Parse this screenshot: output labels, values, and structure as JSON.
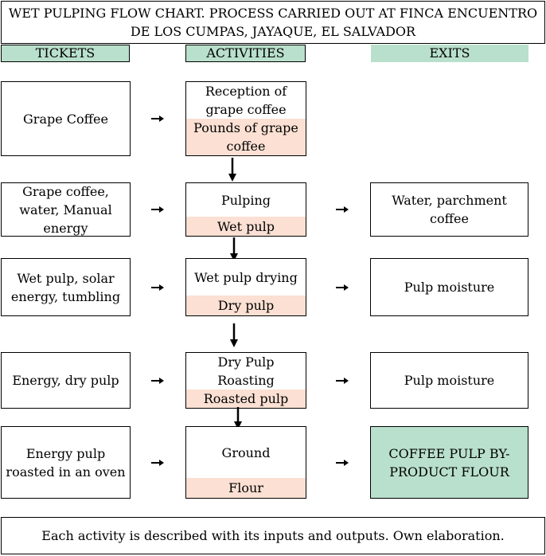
{
  "title": "WET PULPING FLOW CHART. PROCESS CARRIED OUT AT FINCA ENCUENTRO DE LOS CUMPAS, JAYAQUE, EL SALVADOR",
  "headers": {
    "tickets": "TICKETS",
    "activities": "ACTIVITIES",
    "exits": "EXITS"
  },
  "rows": [
    {
      "ticket": "Grape Coffee",
      "activity": "Reception of grape coffee",
      "output": "Pounds of grape coffee",
      "exit": ""
    },
    {
      "ticket": "Grape coffee, water, Manual energy",
      "activity": "Pulping",
      "output": "Wet pulp",
      "exit": "Water, parchment coffee"
    },
    {
      "ticket": "Wet pulp, solar energy, tumbling",
      "activity": "Wet pulp drying",
      "output": "Dry pulp",
      "exit": "Pulp moisture"
    },
    {
      "ticket": "Energy, dry pulp",
      "activity": "Dry Pulp Roasting",
      "output": "Roasted pulp",
      "exit": "Pulp moisture"
    },
    {
      "ticket": "Energy pulp roasted in an oven",
      "activity": "Ground",
      "output": "Flour",
      "exit": "COFFEE PULP BY-PRODUCT FLOUR"
    }
  ],
  "footer": "Each activity is described with its inputs and outputs. Own elaboration.",
  "colors": {
    "header_green": "#b9e0cc",
    "output_peach": "#fbe0d3",
    "final_green": "#b9e0cc"
  }
}
